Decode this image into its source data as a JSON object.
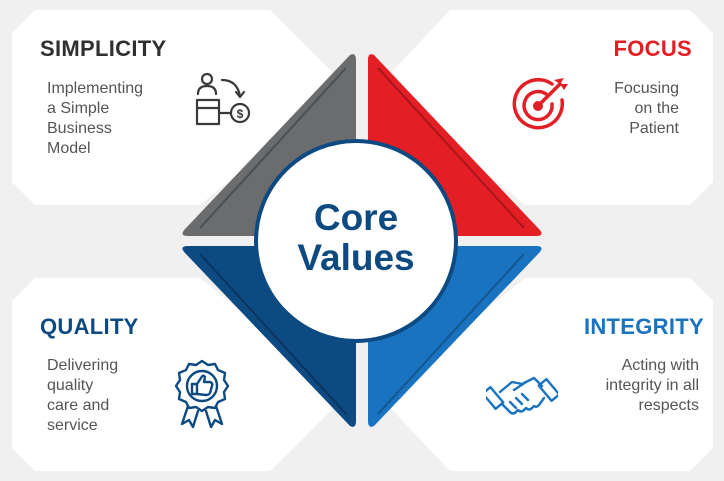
{
  "center": {
    "line1": "Core",
    "line2": "Values"
  },
  "colors": {
    "simplicity": "#6b6c6e",
    "focus": "#e31e24",
    "quality": "#0d4a82",
    "integrity": "#1a73c1",
    "card": "#ffffff",
    "background": "#f0f0f0",
    "body_text": "#555555"
  },
  "quadrants": {
    "simplicity": {
      "title": "SIMPLICITY",
      "text": "Implementing\na Simple\nBusiness\nModel",
      "icon": "business-model-icon"
    },
    "focus": {
      "title": "FOCUS",
      "text": "Focusing\non the\nPatient",
      "icon": "target-icon"
    },
    "quality": {
      "title": "QUALITY",
      "text": "Delivering\nquality\ncare and\nservice",
      "icon": "thumbs-up-badge-icon"
    },
    "integrity": {
      "title": "INTEGRITY",
      "text": "Acting with\nintegrity in all\nrespects",
      "icon": "handshake-icon"
    }
  }
}
